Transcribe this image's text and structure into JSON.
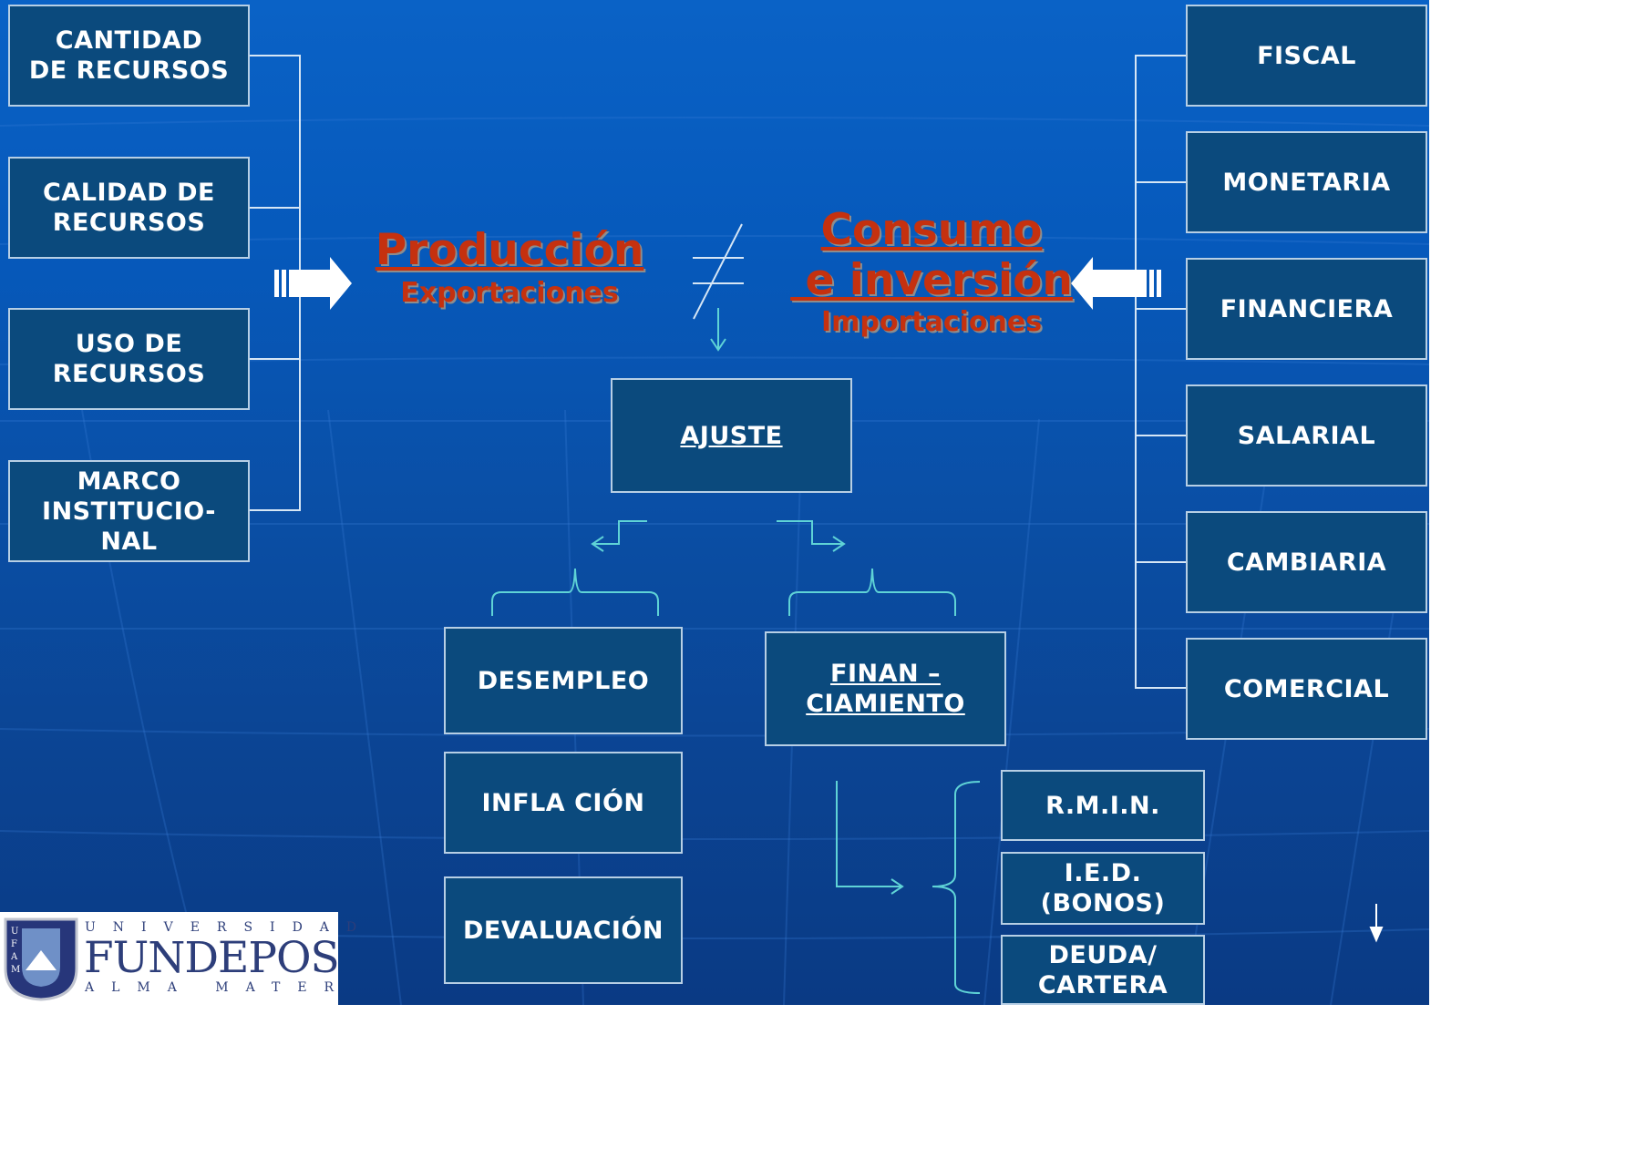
{
  "left_boxes": [
    "CANTIDAD\nDE RECURSOS",
    "CALIDAD DE\nRECURSOS",
    "USO DE\nRECURSOS",
    "MARCO\nINSTITUCIO-\nNAL"
  ],
  "right_boxes": [
    "FISCAL",
    "MONETARIA",
    "FINANCIERA",
    "SALARIAL",
    "CAMBIARIA",
    "COMERCIAL"
  ],
  "produccion": {
    "title": "Producción",
    "subtitle": "Exportaciones"
  },
  "consumo": {
    "title_line1": "Consumo",
    "title_line2": " e inversión",
    "subtitle": "Importaciones"
  },
  "ajuste": "AJUSTE",
  "effects": [
    "DESEMPLEO",
    "INFLA CIÓN",
    "DEVALUACIÓN"
  ],
  "financiamiento": "FINAN –\nCIAMIENTO",
  "sources": [
    "R.M.I.N.",
    "I.E.D.\n(BONOS)",
    "DEUDA/\nCARTERA"
  ],
  "logo": {
    "top_text": "UNIVERSIDAD",
    "name": "FUNDEPOS",
    "bottom_text": "ALMA MATER",
    "emblem_letters": "UFAM"
  },
  "colors": {
    "background": "#0a55b2",
    "box_fill": "#0b4a7d",
    "box_border": "#b7cfe5",
    "title_red": "#c5310f",
    "connector": "#5fd3d6"
  }
}
